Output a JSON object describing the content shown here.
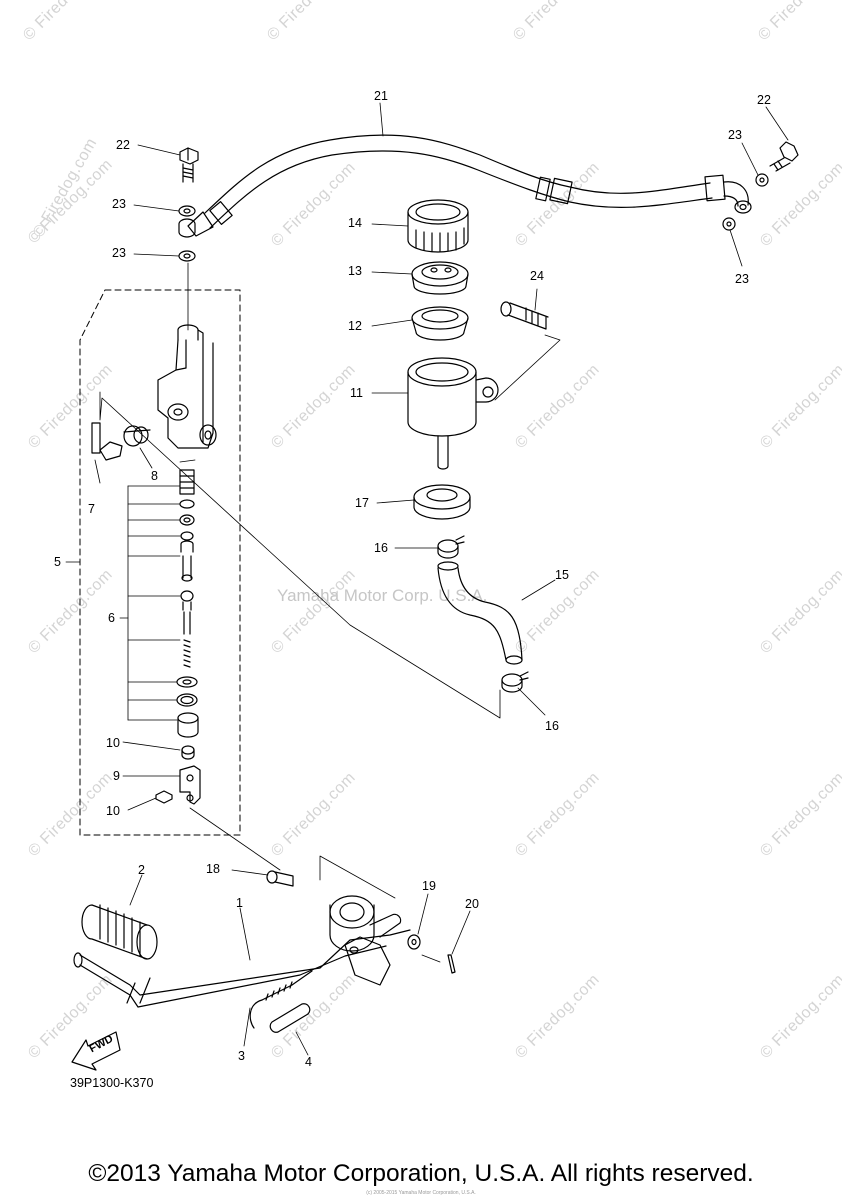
{
  "diagram": {
    "diagram_code": "39P1300-K370",
    "center_watermark": "Yamaha Motor Corp. U.S.A.",
    "watermark_text": "© Firedog.com",
    "fwd_label": "FWD",
    "copyright": "©2013 Yamaha Motor Corporation, U.S.A. All rights reserved.",
    "tiny_footer": "(c) 2005-2015 Yamaha Motor Corporation, U.S.A.",
    "callouts": {
      "c1": "1",
      "c2": "2",
      "c3": "3",
      "c4": "4",
      "c5": "5",
      "c6": "6",
      "c7": "7",
      "c8": "8",
      "c9": "9",
      "c10a": "10",
      "c10b": "10",
      "c11": "11",
      "c12": "12",
      "c13": "13",
      "c14": "14",
      "c15": "15",
      "c16a": "16",
      "c16b": "16",
      "c17": "17",
      "c18": "18",
      "c19": "19",
      "c20": "20",
      "c21": "21",
      "c22a": "22",
      "c22b": "22",
      "c23a": "23",
      "c23b": "23",
      "c23c": "23",
      "c23d": "23",
      "c24": "24"
    }
  }
}
